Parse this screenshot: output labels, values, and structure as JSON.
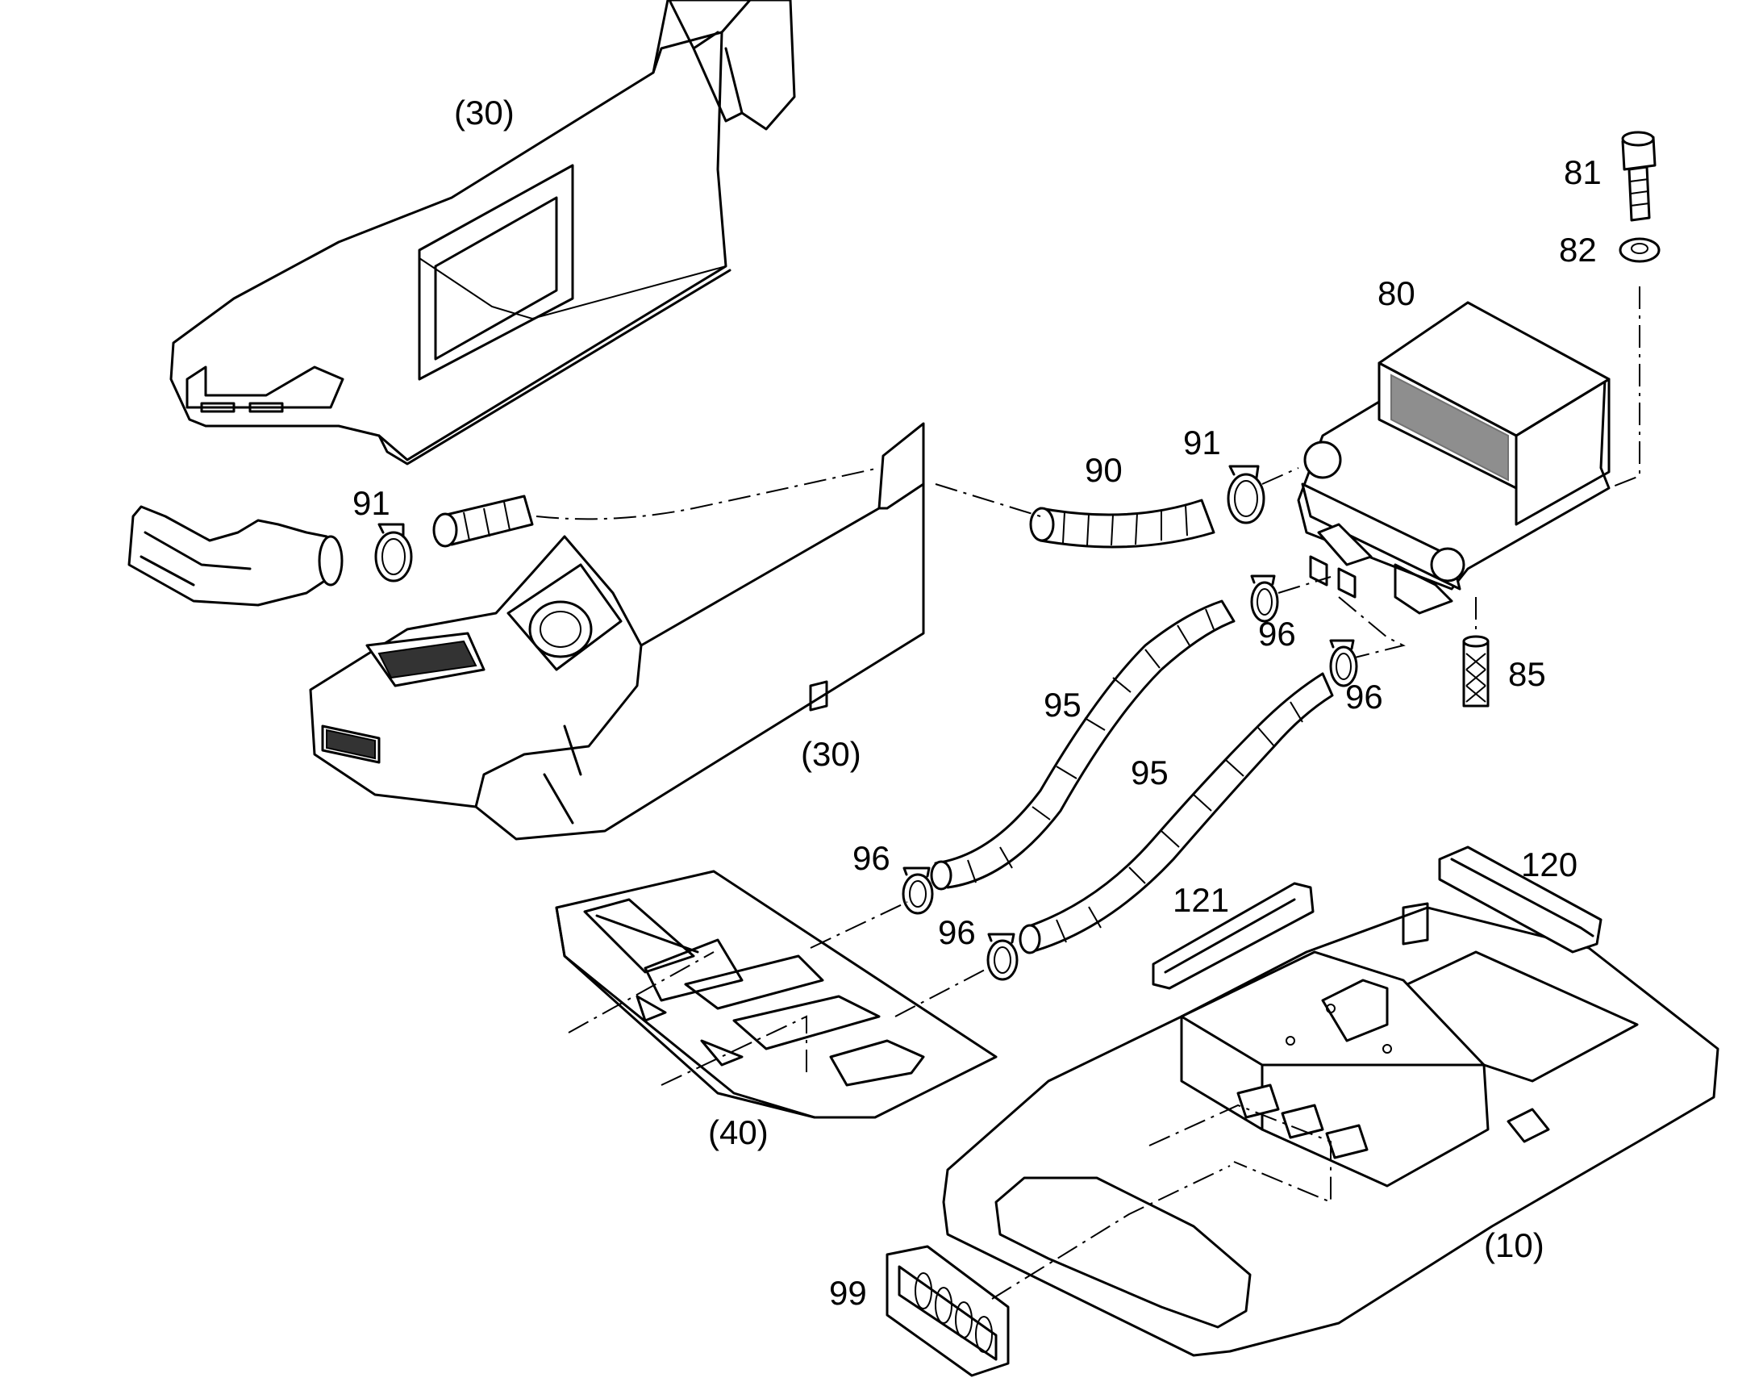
{
  "labels": {
    "p30_top": "(30)",
    "p30_mid": "(30)",
    "p40": "(40)",
    "p10": "(10)",
    "p80": "80",
    "p81": "81",
    "p82": "82",
    "p85": "85",
    "p90": "90",
    "p91_left": "91",
    "p91_right": "91",
    "p95_upper": "95",
    "p95_lower": "95",
    "p96_a": "96",
    "p96_b": "96",
    "p96_c": "96",
    "p96_d": "96",
    "p99": "99",
    "p120": "120",
    "p121": "121"
  }
}
